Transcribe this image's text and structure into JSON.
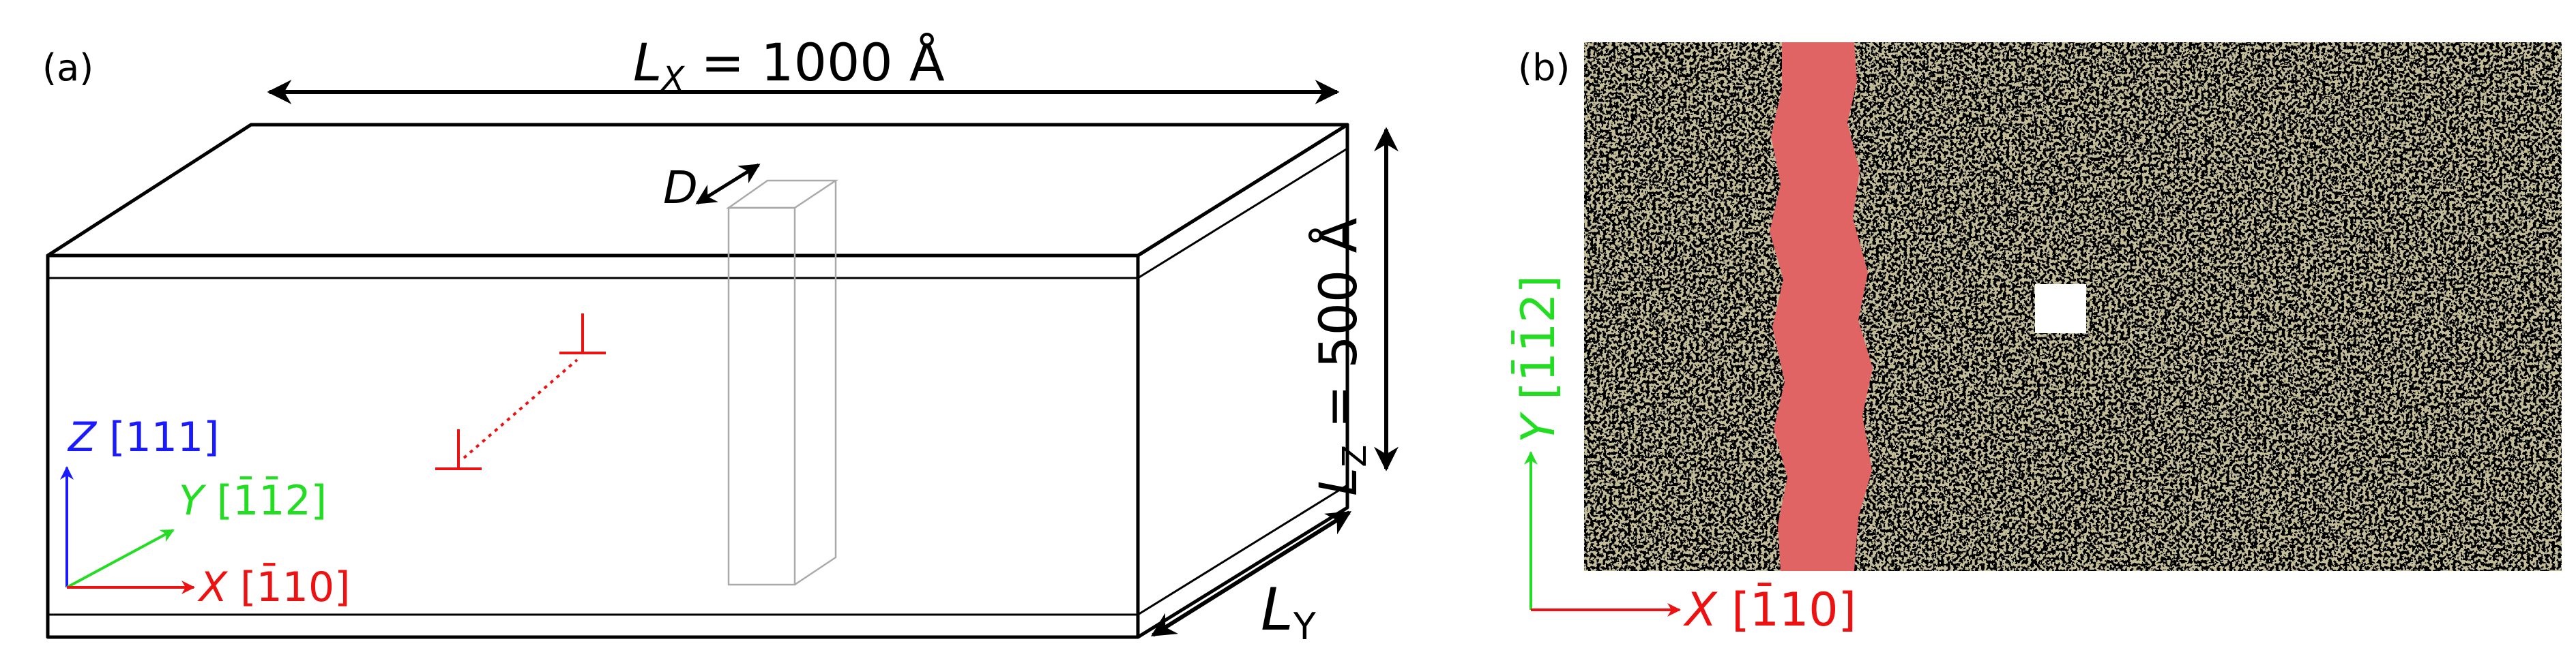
{
  "panel_a": {
    "label": "(a)",
    "lx_var": "L",
    "lx_sub": "X",
    "lx_rest": " = 1000 Å",
    "lz_var": "L",
    "lz_sub": "Z",
    "lz_rest": " = 500 Å",
    "ly_var": "L",
    "ly_sub": "Y",
    "d_label": "D",
    "axis_z_var": "Z",
    "axis_z_dir": " [111]",
    "axis_y_var": "Y",
    "axis_y_dir": " [1̄1̄2]",
    "axis_x_var": "X",
    "axis_x_dir": " [1̄10]"
  },
  "panel_b": {
    "label": "(b)",
    "axis_y_var": "Y",
    "axis_y_dir": " [1̄1̄2]",
    "axis_x_var": "X",
    "axis_x_dir": " [1̄10]"
  },
  "colors": {
    "axis_z": "#1a1aff",
    "axis_y": "#22dd22",
    "axis_x": "#ee1111",
    "dislocation": "#ee1111",
    "lattice_dark": "#173a48",
    "lattice_light": "#c2bd98",
    "stacking_fault": "#e06464",
    "outline": "#000000",
    "precipitate_outline": "#aaaaaa"
  }
}
